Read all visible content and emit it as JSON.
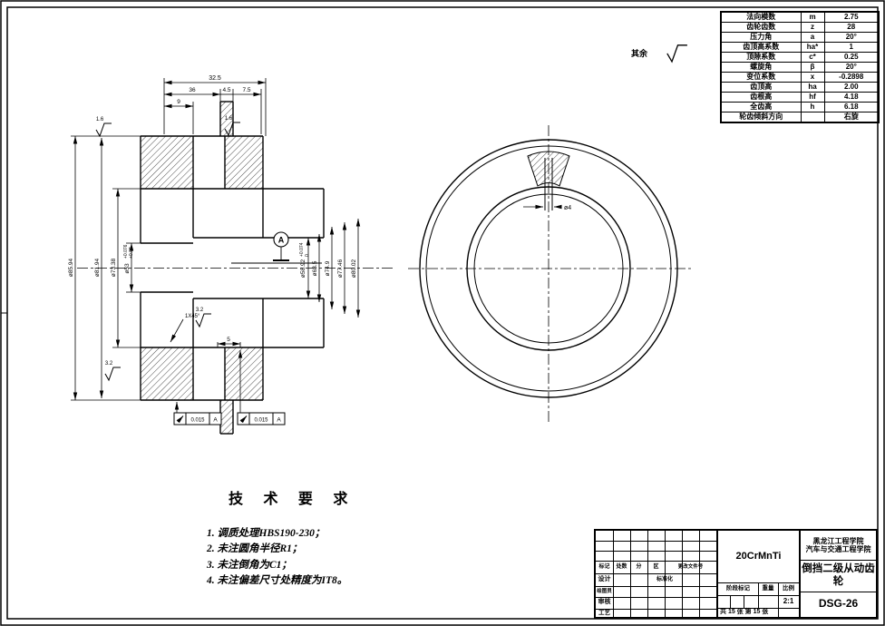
{
  "gear_table": {
    "rows": [
      {
        "name": "法向模数",
        "symbol": "m",
        "value": "2.75"
      },
      {
        "name": "齿轮齿数",
        "symbol": "z",
        "value": "28"
      },
      {
        "name": "压力角",
        "symbol": "a",
        "value": "20°"
      },
      {
        "name": "齿顶高系数",
        "symbol": "ha*",
        "value": "1"
      },
      {
        "name": "顶隙系数",
        "symbol": "c*",
        "value": "0.25"
      },
      {
        "name": "螺旋角",
        "symbol": "β",
        "value": "20°"
      },
      {
        "name": "变位系数",
        "symbol": "x",
        "value": "-0.2898"
      },
      {
        "name": "齿顶高",
        "symbol": "ha",
        "value": "2.00"
      },
      {
        "name": "齿根高",
        "symbol": "hf",
        "value": "4.18"
      },
      {
        "name": "全齿高",
        "symbol": "h",
        "value": "6.18"
      },
      {
        "name": "轮齿倾斜方向",
        "symbol": "",
        "value": "右旋"
      }
    ]
  },
  "surface_default": {
    "label": "其余"
  },
  "tech_req": {
    "title": "技 术 要 求",
    "items": [
      "1. 调质处理HBS190-230；",
      "2. 未注圆角半径R1；",
      "3. 未注倒角为C1；",
      "4. 未注偏差尺寸处精度为IT8。"
    ]
  },
  "dims": {
    "total_width": "32.5",
    "width_36": "36",
    "width_9": "9",
    "width_4_5": "4.5",
    "width_7_5": "7.5",
    "width_5": "5",
    "dia_tip": "ø85.94",
    "dia_81": "ø81.94",
    "dia_73": "ø73.38",
    "dia_53": "ø53",
    "dia_53_upper": "+0.076",
    "dia_53_lower": "+0.03",
    "dia_58": "ø58.92",
    "dia_58_upper": "+0.074",
    "dia_58_lower": "0",
    "dia_63": "ø63.5",
    "dia_74": "ø74.9",
    "dia_77": "ø77.46",
    "dia_80": "ø80.02",
    "hole_dia": "ø4",
    "chamfer": "1X45°",
    "datum_label": "A",
    "rough_1": "1.6",
    "rough_2": "1.6",
    "rough_3": "3.2",
    "rough_4": "3.2",
    "runout_value": "0.015",
    "runout_datum": "A"
  },
  "title_block": {
    "material": "20CrMnTi",
    "school_line1": "黑龙江工程学院",
    "school_line2": "汽车与交通工程学院",
    "part_name": "倒挡二级从动齿轮",
    "drawing_no": "DSG-26",
    "scale_value": "2:1",
    "sheet_info": "共 15 张 第 15 张",
    "labels": {
      "mark": "标记",
      "count": "处数",
      "zone_a": "分",
      "zone_b": "区",
      "change_no": "更改文件号",
      "design": "设计",
      "standardize": "标准化",
      "draft": "绘图员",
      "review": "审核",
      "process": "工艺",
      "stage_mark": "阶段标记",
      "weight": "重量",
      "scale_label": "比例"
    }
  }
}
